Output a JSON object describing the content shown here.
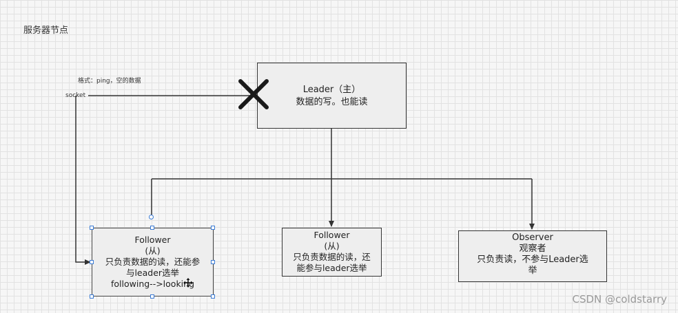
{
  "page_title": "服务器节点",
  "annotation": "格式：ping，空的数据",
  "socket_label": "socket",
  "leader": {
    "line1": "Leader（主）",
    "line2": "数据的写。也能读"
  },
  "follower_selected": {
    "line1": "Follower",
    "line2": "(从)",
    "line3": "只负责数据的读，还能参",
    "line4": "与leader选举",
    "line5": "following-->looking"
  },
  "follower": {
    "line1": "Follower",
    "line2": "(从)",
    "line3": "只负责数据的读，还",
    "line4": "能参与leader选举"
  },
  "observer": {
    "line1": "Observer",
    "line2": "观察者",
    "line3": "只负责读，不参与Leader选",
    "line4": "举"
  },
  "icons": {
    "broken_link": "x-mark-icon",
    "cursor": "move-cursor-icon"
  },
  "watermark": "CSDN @coldstarry",
  "colors": {
    "stroke": "#333333",
    "node_fill": "#eeeeee",
    "selection": "#3a7bd5"
  }
}
